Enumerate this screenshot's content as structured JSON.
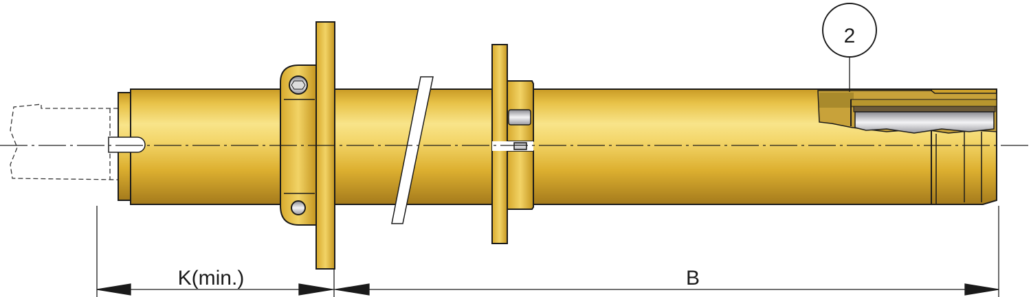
{
  "drawing": {
    "callout_number": "2",
    "dimension_k_label": "K(min.)",
    "dimension_b_label": "B"
  },
  "colors": {
    "gold_light": "#f6dc7a",
    "gold_mid": "#dcae2c",
    "gold_dark": "#a8781a",
    "outline": "#1a1a1a"
  }
}
